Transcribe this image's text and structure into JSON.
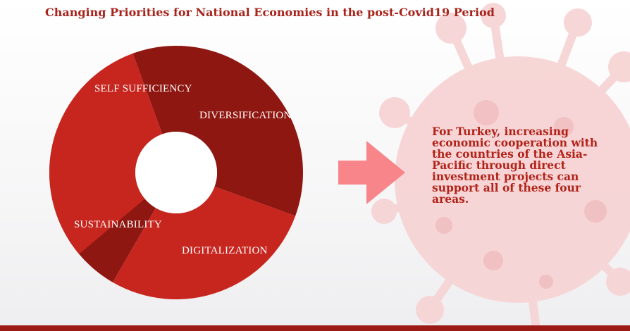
{
  "title": "Changing Priorities for National Economies in the post-Covid19 Period",
  "segments": [
    {
      "label": "SELF SUFFICIENCY",
      "color": "#c7261f"
    },
    {
      "label": "DIVERSIFICATION",
      "color": "#8f1711"
    },
    {
      "label": "DIGITALIZATION",
      "color": "#c7261f"
    },
    {
      "label": "SUSTAINABILITY",
      "color": "#8f1711"
    }
  ],
  "callout_text": "For Turkey, increasing economic cooperation with the countries of the Asia-Pacific through direct investment projects can support all of these four areas.",
  "colors": {
    "accent": "#a8231c",
    "arrow": "#f8858a",
    "virus": "#f7d4d5",
    "bar": "#9c1a16"
  }
}
